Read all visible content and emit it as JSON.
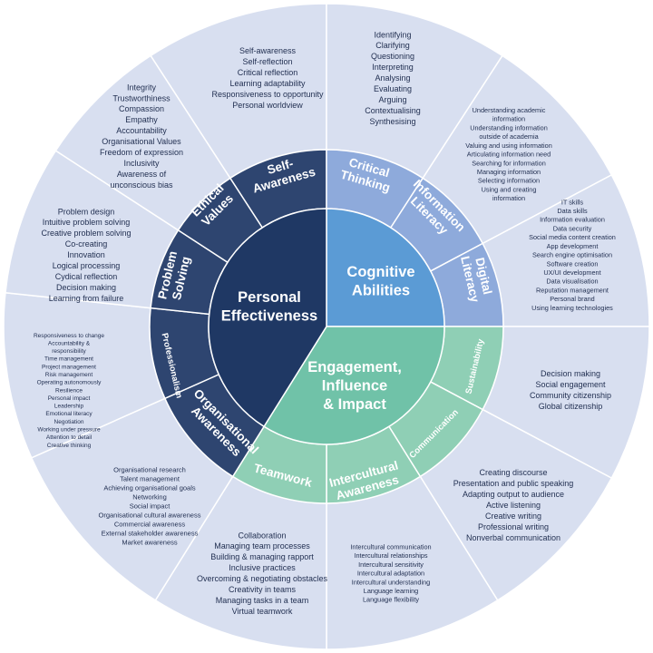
{
  "colors": {
    "outer_fill": "#d8dff0",
    "outer_stroke": "#ffffff",
    "personal": "#1f3864",
    "personal_ring": "#2e4570",
    "cognitive": "#5b9bd5",
    "cognitive_ring": "#8eaadb",
    "engagement": "#70c2a8",
    "engagement_ring": "#8fcfb5",
    "text_dark": "#1f2d4f"
  },
  "core": {
    "personal": "Personal Effectiveness",
    "cognitive": "Cognitive Abilities",
    "engagement": "Engagement, Influence & Impact"
  },
  "segments": [
    {
      "label": "Self-Awareness",
      "group": "personal",
      "items": [
        "Self-awareness",
        "Self-reflection",
        "Critical reflection",
        "Learning adaptability",
        "Responsiveness to opportunity",
        "Personal worldview"
      ]
    },
    {
      "label": "Critical Thinking",
      "group": "cognitive",
      "items": [
        "Identifying",
        "Clarifying",
        "Questioning",
        "Interpreting",
        "Analysing",
        "Evaluating",
        "Arguing",
        "Contextualising",
        "Synthesising"
      ]
    },
    {
      "label": "Information Literacy",
      "group": "cognitive",
      "items": [
        "Understanding academic information",
        "Understanding information outside of academia",
        "Valuing and using information",
        "Articulating information need",
        "Searching for information",
        "Managing information",
        "Selecting information",
        "Using and creating information"
      ]
    },
    {
      "label": "Digital Literacy",
      "group": "cognitive",
      "items": [
        "IT skills",
        "Data skills",
        "Information evaluation",
        "Data security",
        "Social media content creation",
        "App development",
        "Search engine optimisation",
        "Software creation",
        "UX/UI development",
        "Data visualisation",
        "Reputation management",
        "Personal brand",
        "Using learning technologies"
      ]
    },
    {
      "label": "Sustainability",
      "group": "engagement",
      "items": [
        "Decision making",
        "Social engagement",
        "Community citizenship",
        "Global citizenship"
      ]
    },
    {
      "label": "Communication",
      "group": "engagement",
      "items": [
        "Creating discourse",
        "Presentation and public speaking",
        "Adapting output to audience",
        "Active listening",
        "Creative writing",
        "Professional writing",
        "Nonverbal communication"
      ]
    },
    {
      "label": "Intercultural Awareness",
      "group": "engagement",
      "items": [
        "Intercultural communication",
        "Intercultural relationships",
        "Intercultural sensitivity",
        "Intercultural adaptation",
        "Intercultural understanding",
        "Language learning",
        "Language flexibility"
      ]
    },
    {
      "label": "Teamwork",
      "group": "engagement",
      "items": [
        "Collaboration",
        "Managing team processes",
        "Building & managing rapport",
        "Inclusive practices",
        "Overcoming & negotiating obstacles",
        "Creativity in teams",
        "Managing tasks in a team",
        "Virtual teamwork"
      ]
    },
    {
      "label": "Organisational Awareness",
      "group": "personal",
      "items": [
        "Organisational research",
        "Talent management",
        "Achieving organisational goals",
        "Networking",
        "Social impact",
        "Organisational cultural awareness",
        "Commercial awareness",
        "External stakeholder awareness",
        "Market awareness"
      ]
    },
    {
      "label": "Professionalism",
      "group": "personal",
      "items": [
        "Responsiveness to change",
        "Accountability & responsibility",
        "Time management",
        "Project management",
        "Risk management",
        "Operating autonomously",
        "Resilience",
        "Personal impact",
        "Leadership",
        "Emotional literacy",
        "Negotiation",
        "Working under pressure",
        "Attention to detail",
        "Creative thinking"
      ]
    },
    {
      "label": "Problem Solving",
      "group": "personal",
      "items": [
        "Problem design",
        "Intuitive problem solving",
        "Creative problem solving",
        "Co-creating",
        "Innovation",
        "Logical processing",
        "Cydical reflection",
        "Decision making",
        "Learning from failure"
      ]
    },
    {
      "label": "Ethical Values",
      "group": "personal",
      "items": [
        "Integrity",
        "Trustworthiness",
        "Compassion",
        "Empathy",
        "Accountability",
        "Organisational Values",
        "Freedom of expression",
        "Inclusivity",
        "Awareness of unconscious bias"
      ]
    }
  ]
}
